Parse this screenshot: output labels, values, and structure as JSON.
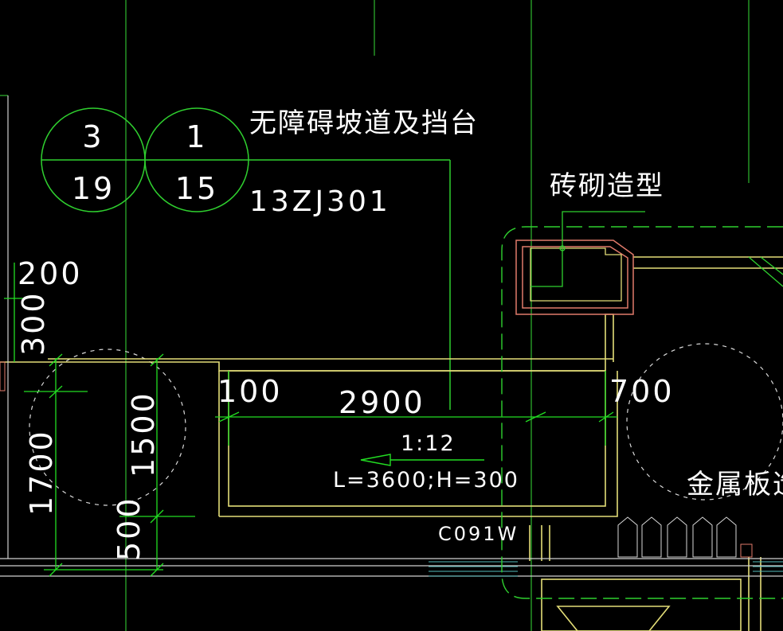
{
  "labels": {
    "ramp_title": "无障碍坡道及挡台",
    "standard_code": "13ZJ301",
    "brick_feature": "砖砌造型",
    "metal_panel": "金属板造",
    "slope": "1:12",
    "ramp_length_height": "L=3600;H=300",
    "window_code": "C091W"
  },
  "index_marks": [
    {
      "top": "3",
      "bottom": "19"
    },
    {
      "top": "1",
      "bottom": "15"
    }
  ],
  "dimensions": {
    "d200": "200",
    "d300": "300",
    "d100": "100",
    "d2900": "2900",
    "d700": "700",
    "d1700": "1700",
    "d1500": "1500",
    "d500": "500"
  },
  "colors": {
    "background": "#000000",
    "axis_green": "#33cc33",
    "wall_yellow": "#e6e07a",
    "text": "#ffffff",
    "brick_red": "#e07a6a",
    "dim_green": "#22dd22",
    "cyan": "#66cccc"
  }
}
